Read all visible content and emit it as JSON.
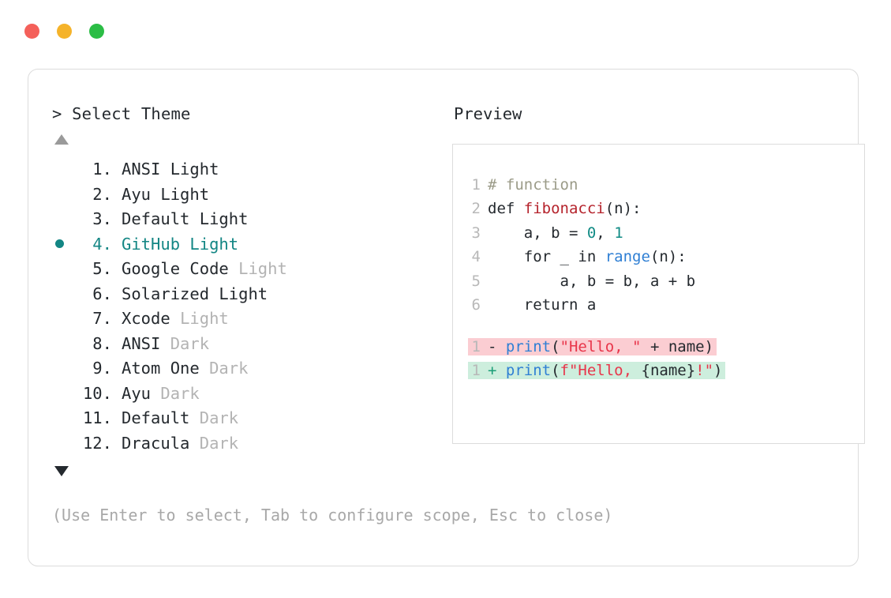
{
  "window": {
    "traffic_lights": [
      {
        "name": "close",
        "color": "#f4605a"
      },
      {
        "name": "minimize",
        "color": "#f5b32a"
      },
      {
        "name": "maximize",
        "color": "#2bbd45"
      }
    ]
  },
  "selector": {
    "prompt": "> Select Theme",
    "scroll_up_indicator": "▲",
    "scroll_down_indicator": "▼",
    "selected_index": 4,
    "selected_color": "#138684",
    "items": [
      {
        "num": " 1.",
        "name": "ANSI Light",
        "tag": "",
        "selected": false
      },
      {
        "num": " 2.",
        "name": "Ayu Light",
        "tag": "",
        "selected": false
      },
      {
        "num": " 3.",
        "name": "Default Light",
        "tag": "",
        "selected": false
      },
      {
        "num": " 4.",
        "name": "GitHub Light",
        "tag": "",
        "selected": true
      },
      {
        "num": " 5.",
        "name": "Google Code ",
        "tag": "Light",
        "selected": false
      },
      {
        "num": " 6.",
        "name": "Solarized Light",
        "tag": "",
        "selected": false
      },
      {
        "num": " 7.",
        "name": "Xcode ",
        "tag": "Light",
        "selected": false
      },
      {
        "num": " 8.",
        "name": "ANSI ",
        "tag": "Dark",
        "selected": false
      },
      {
        "num": " 9.",
        "name": "Atom One ",
        "tag": "Dark",
        "selected": false
      },
      {
        "num": "10.",
        "name": "Ayu ",
        "tag": "Dark",
        "selected": false
      },
      {
        "num": "11.",
        "name": "Default ",
        "tag": "Dark",
        "selected": false
      },
      {
        "num": "12.",
        "name": "Dracula ",
        "tag": "Dark",
        "selected": false
      }
    ]
  },
  "preview": {
    "label": "Preview",
    "code_lines": [
      {
        "ln": "1",
        "tokens": [
          {
            "t": "# function",
            "c": "com"
          }
        ]
      },
      {
        "ln": "2",
        "tokens": [
          {
            "t": "def ",
            "c": "kw"
          },
          {
            "t": "fibonacci",
            "c": "fn"
          },
          {
            "t": "(n):",
            "c": "plain"
          }
        ]
      },
      {
        "ln": "3",
        "tokens": [
          {
            "t": "    a, b = ",
            "c": "plain"
          },
          {
            "t": "0",
            "c": "num"
          },
          {
            "t": ", ",
            "c": "plain"
          },
          {
            "t": "1",
            "c": "num"
          }
        ]
      },
      {
        "ln": "4",
        "tokens": [
          {
            "t": "    for _ in ",
            "c": "plain"
          },
          {
            "t": "range",
            "c": "bi"
          },
          {
            "t": "(n):",
            "c": "plain"
          }
        ]
      },
      {
        "ln": "5",
        "tokens": [
          {
            "t": "        a, b = b, a + b",
            "c": "plain"
          }
        ]
      },
      {
        "ln": "6",
        "tokens": [
          {
            "t": "    return a",
            "c": "plain"
          }
        ]
      }
    ],
    "diff_lines": [
      {
        "kind": "del",
        "ln": "1",
        "sign": "- ",
        "bg": "#fbcdd2",
        "tokens": [
          {
            "t": "print",
            "c": "bi"
          },
          {
            "t": "(",
            "c": "plain"
          },
          {
            "t": "\"Hello, \"",
            "c": "str"
          },
          {
            "t": " + name)",
            "c": "plain"
          }
        ]
      },
      {
        "kind": "add",
        "ln": "1",
        "sign": "+ ",
        "bg": "#cdeedd",
        "tokens": [
          {
            "t": "print",
            "c": "bi"
          },
          {
            "t": "(",
            "c": "plain"
          },
          {
            "t": "f\"Hello, ",
            "c": "str"
          },
          {
            "t": "{name}",
            "c": "plain"
          },
          {
            "t": "!\"",
            "c": "str"
          },
          {
            "t": ")",
            "c": "plain"
          }
        ]
      }
    ]
  },
  "footer": {
    "hint": "(Use Enter to select, Tab to configure scope, Esc to close)"
  }
}
